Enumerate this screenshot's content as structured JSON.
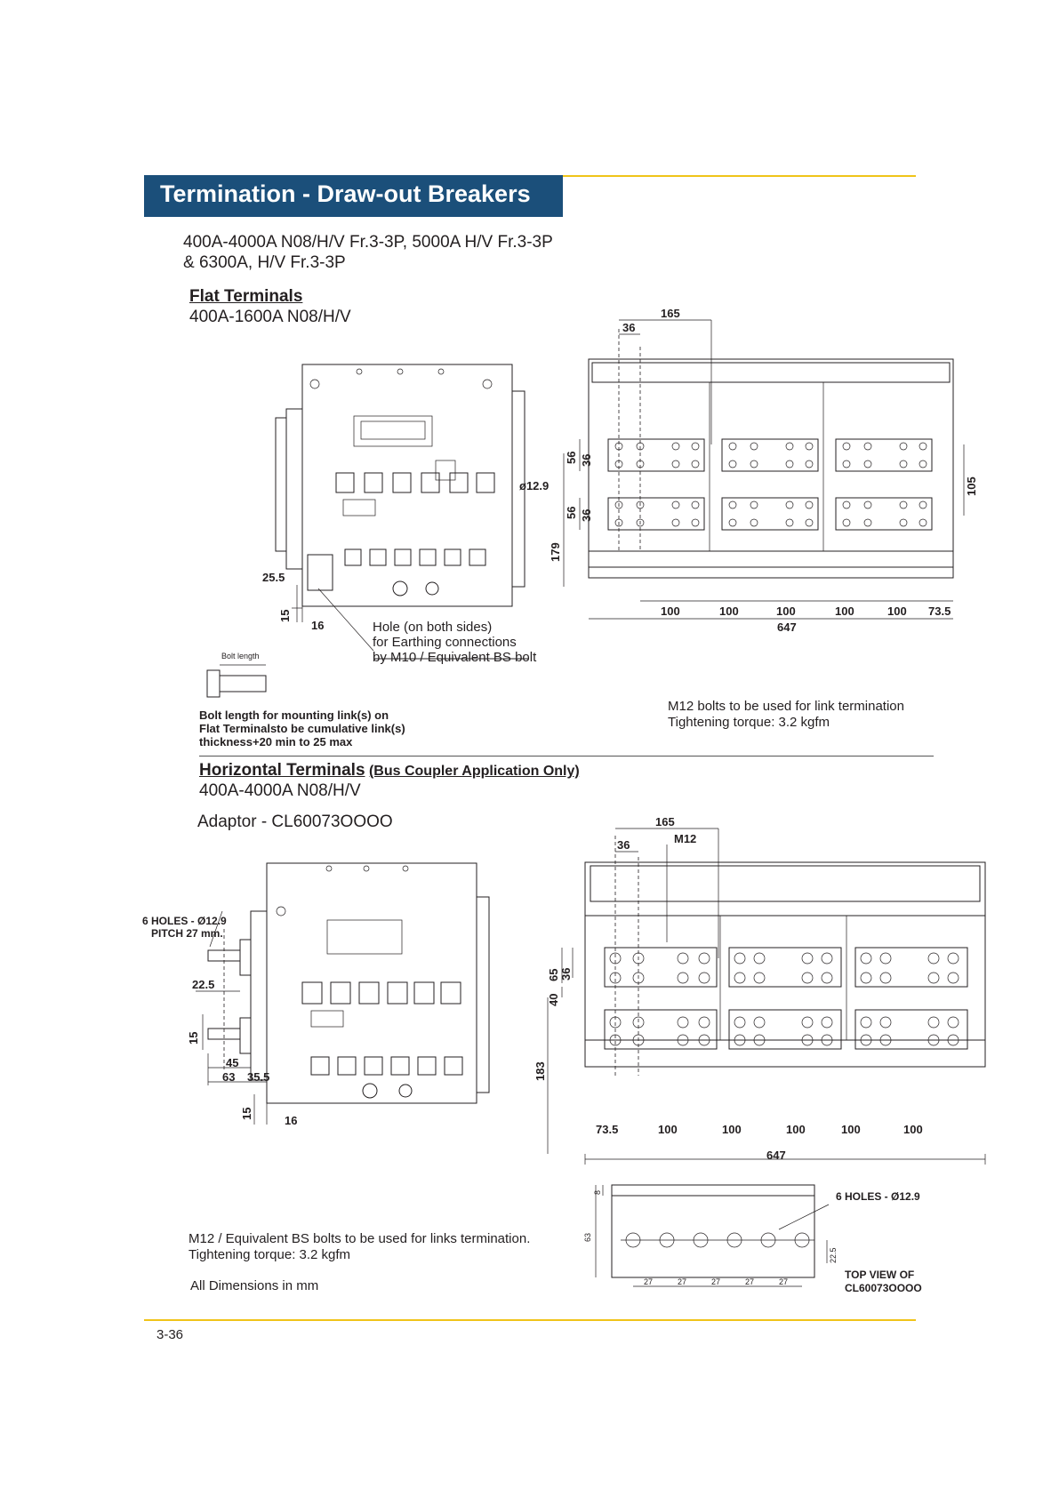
{
  "header": {
    "title": "Termination - Draw-out Breakers"
  },
  "intro": {
    "line1": "400A-4000A N08/H/V Fr.3-3P,  5000A H/V Fr.3-3P",
    "line2": "& 6300A, H/V Fr.3-3P"
  },
  "flat_terminals": {
    "heading": "Flat Terminals",
    "range": "400A-1600A  N08/H/V",
    "hole_note": [
      "Hole (on both sides)",
      "for Earthing connections",
      "by M10 / Equivalent BS bolt"
    ],
    "bolt_length_label": "Bolt length",
    "bolt_note": [
      "Bolt length for mounting link(s) on",
      "Flat Terminalsto be cumulative link(s)",
      "thickness+20 min to 25 max"
    ],
    "link_note": [
      "M12 bolts to be used for link termination",
      "Tightening torque: 3.2 kgfm"
    ],
    "side_dims": {
      "d1": "25.5",
      "d2": "15",
      "d3": "16"
    },
    "front_dims": {
      "top_width": "165",
      "pitch_top": "36",
      "hole": "ø12.9",
      "v56a": "56",
      "v36a": "36",
      "v56b": "56",
      "v36b": "36",
      "v179": "179",
      "v105": "105",
      "spacings": [
        "100",
        "100",
        "100",
        "100",
        "100",
        "73.5"
      ],
      "total": "647"
    }
  },
  "horizontal_terminals": {
    "heading": "Horizontal Terminals",
    "subheading": "(Bus Coupler Application Only)",
    "range": "400A-4000A   N08/H/V",
    "adaptor": "Adaptor - CL60073OOOO",
    "holes_label": [
      "6 HOLES - Ø12.9",
      "PITCH 27 mm."
    ],
    "side_dims": {
      "d1": "22.5",
      "d2": "15",
      "d3": "45",
      "d4": "63",
      "d5": "35.5",
      "d6": "15",
      "d7": "16"
    },
    "front_dims": {
      "top_width": "165",
      "bolt": "M12",
      "pitch_top": "36",
      "v65": "65",
      "v36": "36",
      "v40": "40",
      "v183": "183",
      "spacings": [
        "73.5",
        "100",
        "100",
        "100",
        "100",
        "100"
      ],
      "total": "647"
    },
    "top_view": {
      "holes": "6 HOLES - Ø12.9",
      "title": [
        "TOP VIEW OF",
        "CL60073OOOO"
      ],
      "v63": "63",
      "v8": "8",
      "v225": "22.5",
      "pitches": [
        "27",
        "27",
        "27",
        "27",
        "27"
      ]
    },
    "bolt_note": [
      "M12 / Equivalent BS bolts to be used for links termination.",
      "Tightening torque: 3.2 kgfm"
    ],
    "dims_note": "All Dimensions in mm"
  },
  "footer": {
    "page": "3-36"
  }
}
